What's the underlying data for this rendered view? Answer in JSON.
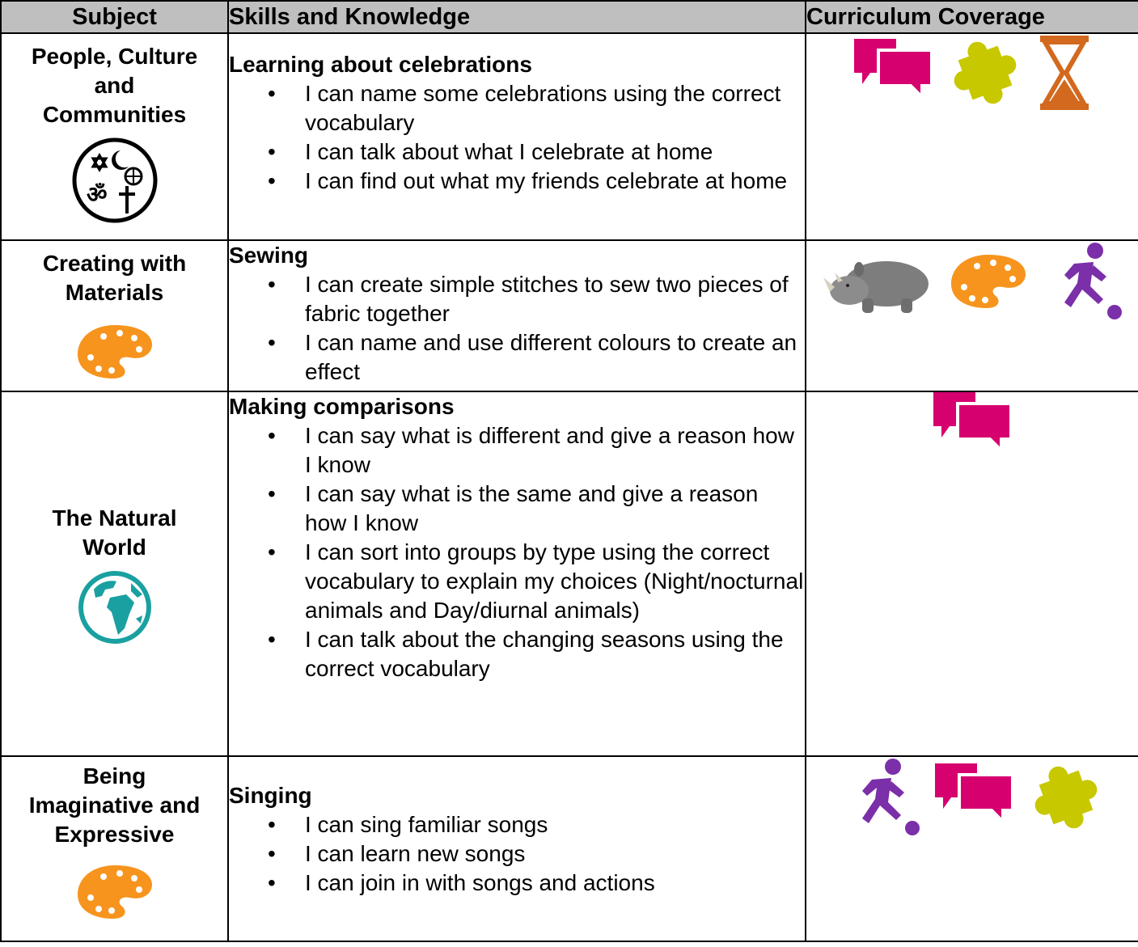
{
  "header": {
    "subject": "Subject",
    "skills": "Skills and Knowledge",
    "coverage": "Curriculum Coverage"
  },
  "rows": [
    {
      "subject_lines": [
        "People, Culture",
        "and",
        "Communities"
      ],
      "subject_icon": "world-religions-icon",
      "topic": "Learning about celebrations",
      "bullets": [
        "I can name some celebrations using the correct vocabulary",
        "I can talk about what I celebrate at home",
        "I can find out what my friends celebrate at home"
      ],
      "coverage_icons": [
        "speech-bubbles-icon",
        "puzzle-piece-icon",
        "hourglass-icon"
      ]
    },
    {
      "subject_lines": [
        "Creating with",
        "Materials"
      ],
      "subject_icon": "palette-icon",
      "topic": "Sewing",
      "bullets": [
        "I can create simple stitches to sew two pieces of fabric together",
        "I can name and use different colours to create an effect"
      ],
      "coverage_icons": [
        "rhino-toy-icon",
        "palette-icon",
        "running-figure-icon"
      ]
    },
    {
      "subject_lines": [
        "The Natural",
        "World"
      ],
      "subject_icon": "globe-icon",
      "topic": "Making comparisons",
      "bullets": [
        "I can say what is different and give a reason how I know",
        "I can say what is the same and give a reason how I know",
        "I can sort into groups by type using the correct vocabulary to explain my choices (Night/nocturnal animals and Day/diurnal animals)",
        "I can talk about the changing seasons using the correct vocabulary"
      ],
      "coverage_icons": [
        "speech-bubbles-icon"
      ]
    },
    {
      "subject_lines": [
        "Being",
        "Imaginative and",
        "Expressive"
      ],
      "subject_icon": "palette-icon",
      "topic": "Singing",
      "bullets": [
        "I can sing familiar songs",
        "I can learn new songs",
        "I can join in with songs and actions"
      ],
      "coverage_icons": [
        "running-figure-icon",
        "speech-bubbles-icon",
        "puzzle-piece-icon"
      ]
    }
  ],
  "colors": {
    "header_bg": "#bfbfbf",
    "speech": "#d6006f",
    "puzzle": "#c8c800",
    "hourglass": "#d2691e",
    "palette": "#f7941d",
    "runner": "#7b2fa8",
    "globe": "#1aa0a0"
  }
}
